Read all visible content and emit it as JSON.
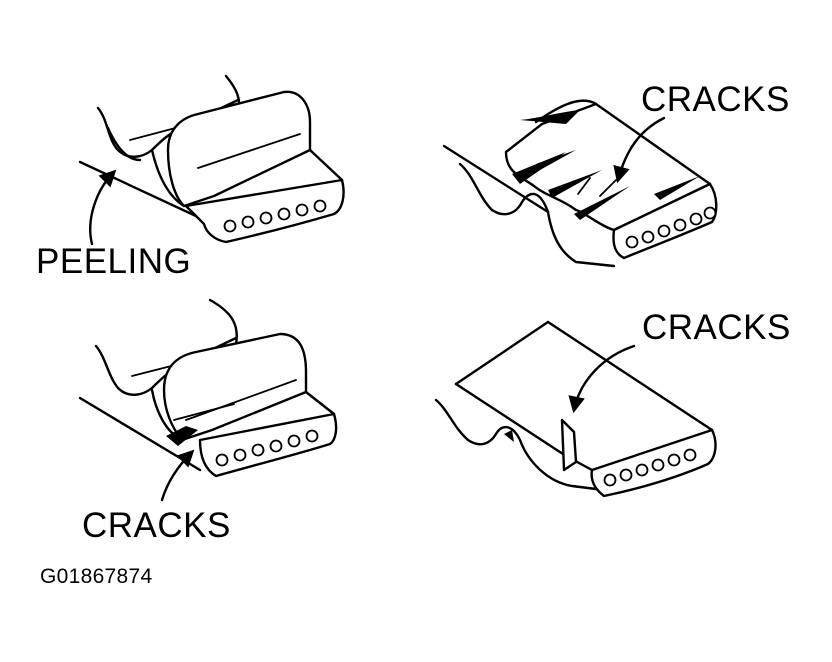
{
  "figure": {
    "labels": {
      "peeling": "PEELING",
      "cracks_top_right": "CRACKS",
      "cracks_bottom_left": "CRACKS",
      "cracks_bottom_right": "CRACKS"
    },
    "figure_code": "G01867874",
    "colors": {
      "ink": "#000000",
      "background": "#ffffff"
    }
  }
}
